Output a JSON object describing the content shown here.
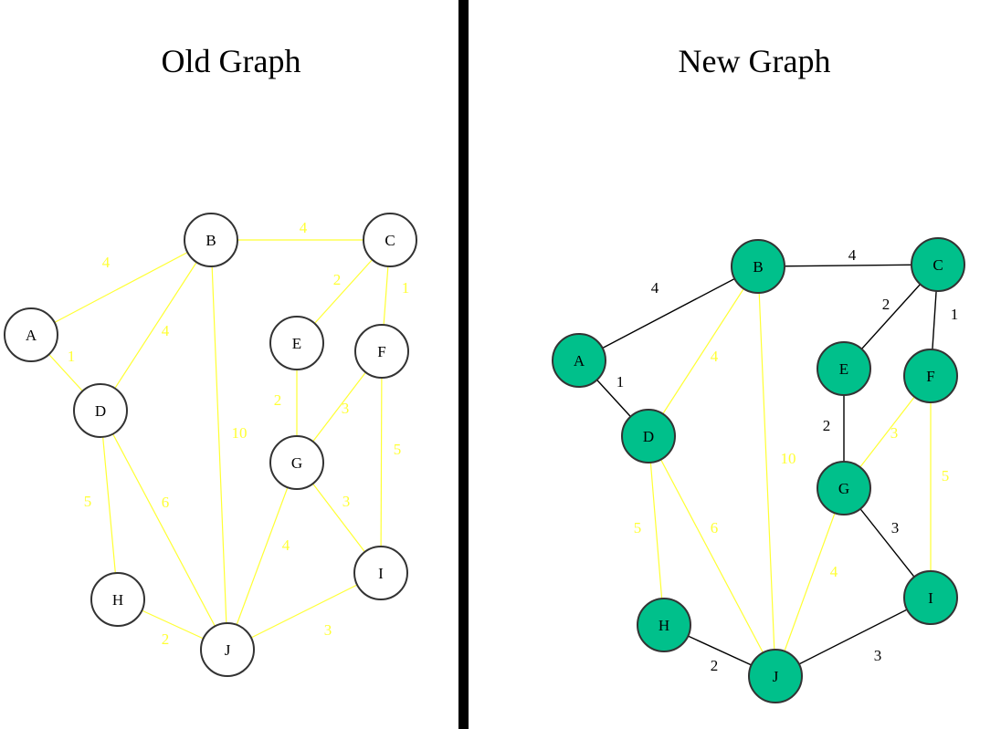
{
  "colors": {
    "old_edge": "#ffff33",
    "old_weight": "#ffff33",
    "old_node_fill": "#ffffff",
    "new_mst_edge": "#000000",
    "new_other_edge": "#ffff33",
    "new_node_fill": "#00c08b",
    "node_stroke": "#333333",
    "divider": "#000000"
  },
  "panels": [
    {
      "key": "old",
      "title": "Old Graph",
      "nodes": [
        {
          "id": "A",
          "label": "A"
        },
        {
          "id": "B",
          "label": "B"
        },
        {
          "id": "C",
          "label": "C"
        },
        {
          "id": "D",
          "label": "D"
        },
        {
          "id": "E",
          "label": "E"
        },
        {
          "id": "F",
          "label": "F"
        },
        {
          "id": "G",
          "label": "G"
        },
        {
          "id": "H",
          "label": "H"
        },
        {
          "id": "I",
          "label": "I"
        },
        {
          "id": "J",
          "label": "J"
        }
      ],
      "edges": [
        {
          "from": "A",
          "to": "B",
          "weight": "4",
          "in_tree": false
        },
        {
          "from": "A",
          "to": "D",
          "weight": "1",
          "in_tree": false
        },
        {
          "from": "B",
          "to": "C",
          "weight": "4",
          "in_tree": false
        },
        {
          "from": "B",
          "to": "D",
          "weight": "4",
          "in_tree": false
        },
        {
          "from": "B",
          "to": "J",
          "weight": "10",
          "in_tree": false
        },
        {
          "from": "C",
          "to": "E",
          "weight": "2",
          "in_tree": false
        },
        {
          "from": "C",
          "to": "F",
          "weight": "1",
          "in_tree": false
        },
        {
          "from": "E",
          "to": "G",
          "weight": "2",
          "in_tree": false
        },
        {
          "from": "F",
          "to": "G",
          "weight": "3",
          "in_tree": false
        },
        {
          "from": "F",
          "to": "I",
          "weight": "5",
          "in_tree": false
        },
        {
          "from": "D",
          "to": "H",
          "weight": "5",
          "in_tree": false
        },
        {
          "from": "D",
          "to": "J",
          "weight": "6",
          "in_tree": false
        },
        {
          "from": "G",
          "to": "J",
          "weight": "4",
          "in_tree": false
        },
        {
          "from": "G",
          "to": "I",
          "weight": "3",
          "in_tree": false
        },
        {
          "from": "H",
          "to": "J",
          "weight": "2",
          "in_tree": false
        },
        {
          "from": "J",
          "to": "I",
          "weight": "3",
          "in_tree": false
        }
      ]
    },
    {
      "key": "new",
      "title": "New Graph",
      "nodes": [
        {
          "id": "A",
          "label": "A"
        },
        {
          "id": "B",
          "label": "B"
        },
        {
          "id": "C",
          "label": "C"
        },
        {
          "id": "D",
          "label": "D"
        },
        {
          "id": "E",
          "label": "E"
        },
        {
          "id": "F",
          "label": "F"
        },
        {
          "id": "G",
          "label": "G"
        },
        {
          "id": "H",
          "label": "H"
        },
        {
          "id": "I",
          "label": "I"
        },
        {
          "id": "J",
          "label": "J"
        }
      ],
      "edges": [
        {
          "from": "A",
          "to": "B",
          "weight": "4",
          "in_tree": true
        },
        {
          "from": "A",
          "to": "D",
          "weight": "1",
          "in_tree": true
        },
        {
          "from": "B",
          "to": "C",
          "weight": "4",
          "in_tree": true
        },
        {
          "from": "B",
          "to": "D",
          "weight": "4",
          "in_tree": false
        },
        {
          "from": "B",
          "to": "J",
          "weight": "10",
          "in_tree": false
        },
        {
          "from": "C",
          "to": "E",
          "weight": "2",
          "in_tree": true
        },
        {
          "from": "C",
          "to": "F",
          "weight": "1",
          "in_tree": true
        },
        {
          "from": "E",
          "to": "G",
          "weight": "2",
          "in_tree": true
        },
        {
          "from": "F",
          "to": "G",
          "weight": "3",
          "in_tree": false
        },
        {
          "from": "F",
          "to": "I",
          "weight": "5",
          "in_tree": false
        },
        {
          "from": "D",
          "to": "H",
          "weight": "5",
          "in_tree": false
        },
        {
          "from": "D",
          "to": "J",
          "weight": "6",
          "in_tree": false
        },
        {
          "from": "G",
          "to": "J",
          "weight": "4",
          "in_tree": false
        },
        {
          "from": "G",
          "to": "I",
          "weight": "3",
          "in_tree": true
        },
        {
          "from": "H",
          "to": "J",
          "weight": "2",
          "in_tree": true
        },
        {
          "from": "J",
          "to": "I",
          "weight": "3",
          "in_tree": true
        }
      ]
    }
  ]
}
